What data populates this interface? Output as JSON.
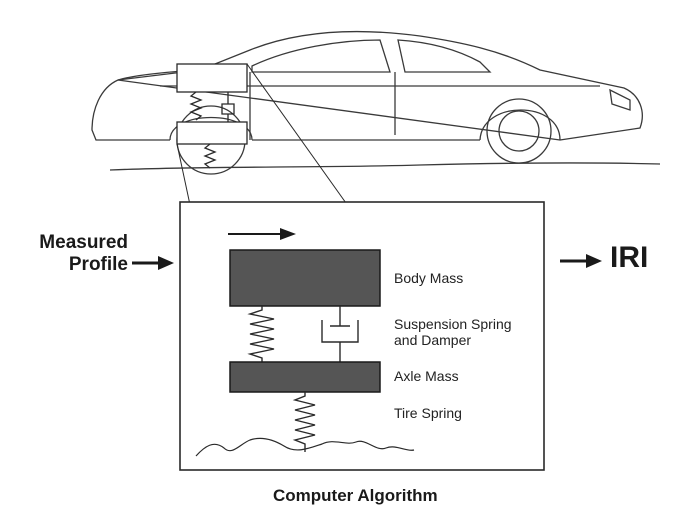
{
  "labels": {
    "input_line1": "Measured",
    "input_line2": "Profile",
    "output": "IRI",
    "body_mass": "Body Mass",
    "suspension_line1": "Suspension Spring",
    "suspension_line2": "and Damper",
    "axle_mass": "Axle Mass",
    "tire_spring": "Tire Spring",
    "caption": "Computer Algorithm"
  },
  "colors": {
    "ink": "#1a1a1a",
    "mass_fill": "#555555",
    "line": "#2a2a2a"
  }
}
